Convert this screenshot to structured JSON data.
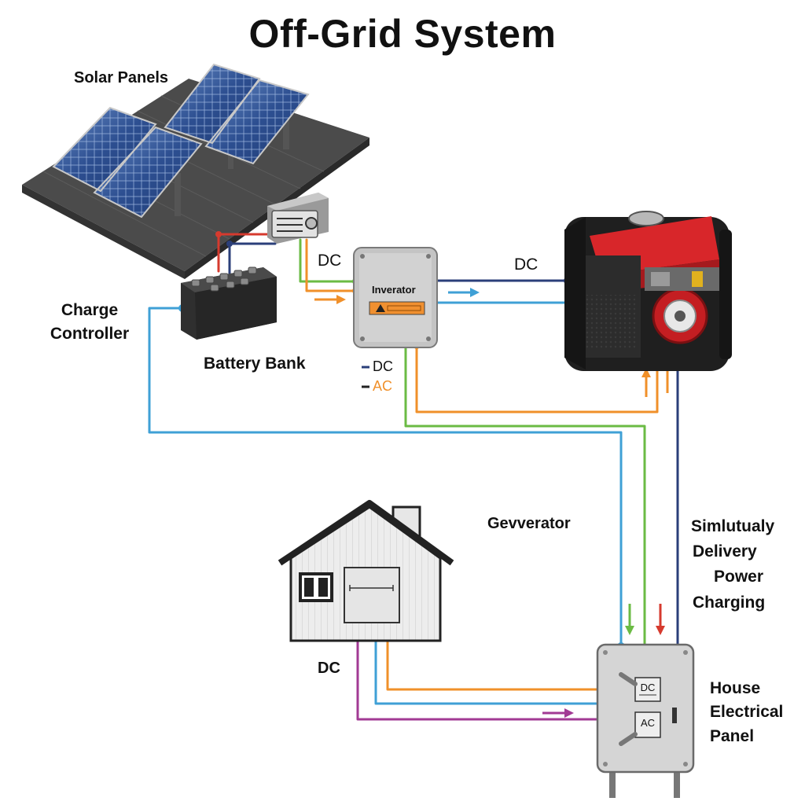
{
  "title": "Off-Grid System",
  "labels": {
    "solar_panels": "Solar Panels",
    "charge_controller_line1": "Charge",
    "charge_controller_line2": "Controller",
    "battery_bank": "Battery Bank",
    "inverter_dc": "DC",
    "inverter": "Inverator",
    "generator_dc": "DC",
    "legend_dc": "DC",
    "legend_ac": "AC",
    "generator": "Gevverator",
    "house_dc": "DC",
    "simultaneous_line1": "Simlutualy",
    "simultaneous_line2": "Delivery",
    "simultaneous_line3": "Power",
    "simultaneous_line4": "Charging",
    "panel_dc": "DC",
    "panel_ac": "AC",
    "house_panel_line1": "House",
    "house_panel_line2": "Electrical",
    "house_panel_line3": "Panel"
  },
  "colors": {
    "dc_wire": "#2b3f7a",
    "ac_wire": "#f0902a",
    "blue_wire": "#3fa0d6",
    "green_wire": "#6bbb44",
    "purple_wire": "#a23a94",
    "red_wire": "#d63a2e",
    "generator_red": "#d8262a",
    "panel_grey": "#d5d5d5"
  },
  "icons": {
    "solar": "solar-panel-icon",
    "battery": "battery-icon",
    "controller": "charge-controller-icon",
    "inverter": "inverter-icon",
    "generator": "generator-icon",
    "house": "house-icon",
    "panel": "electrical-panel-icon"
  }
}
